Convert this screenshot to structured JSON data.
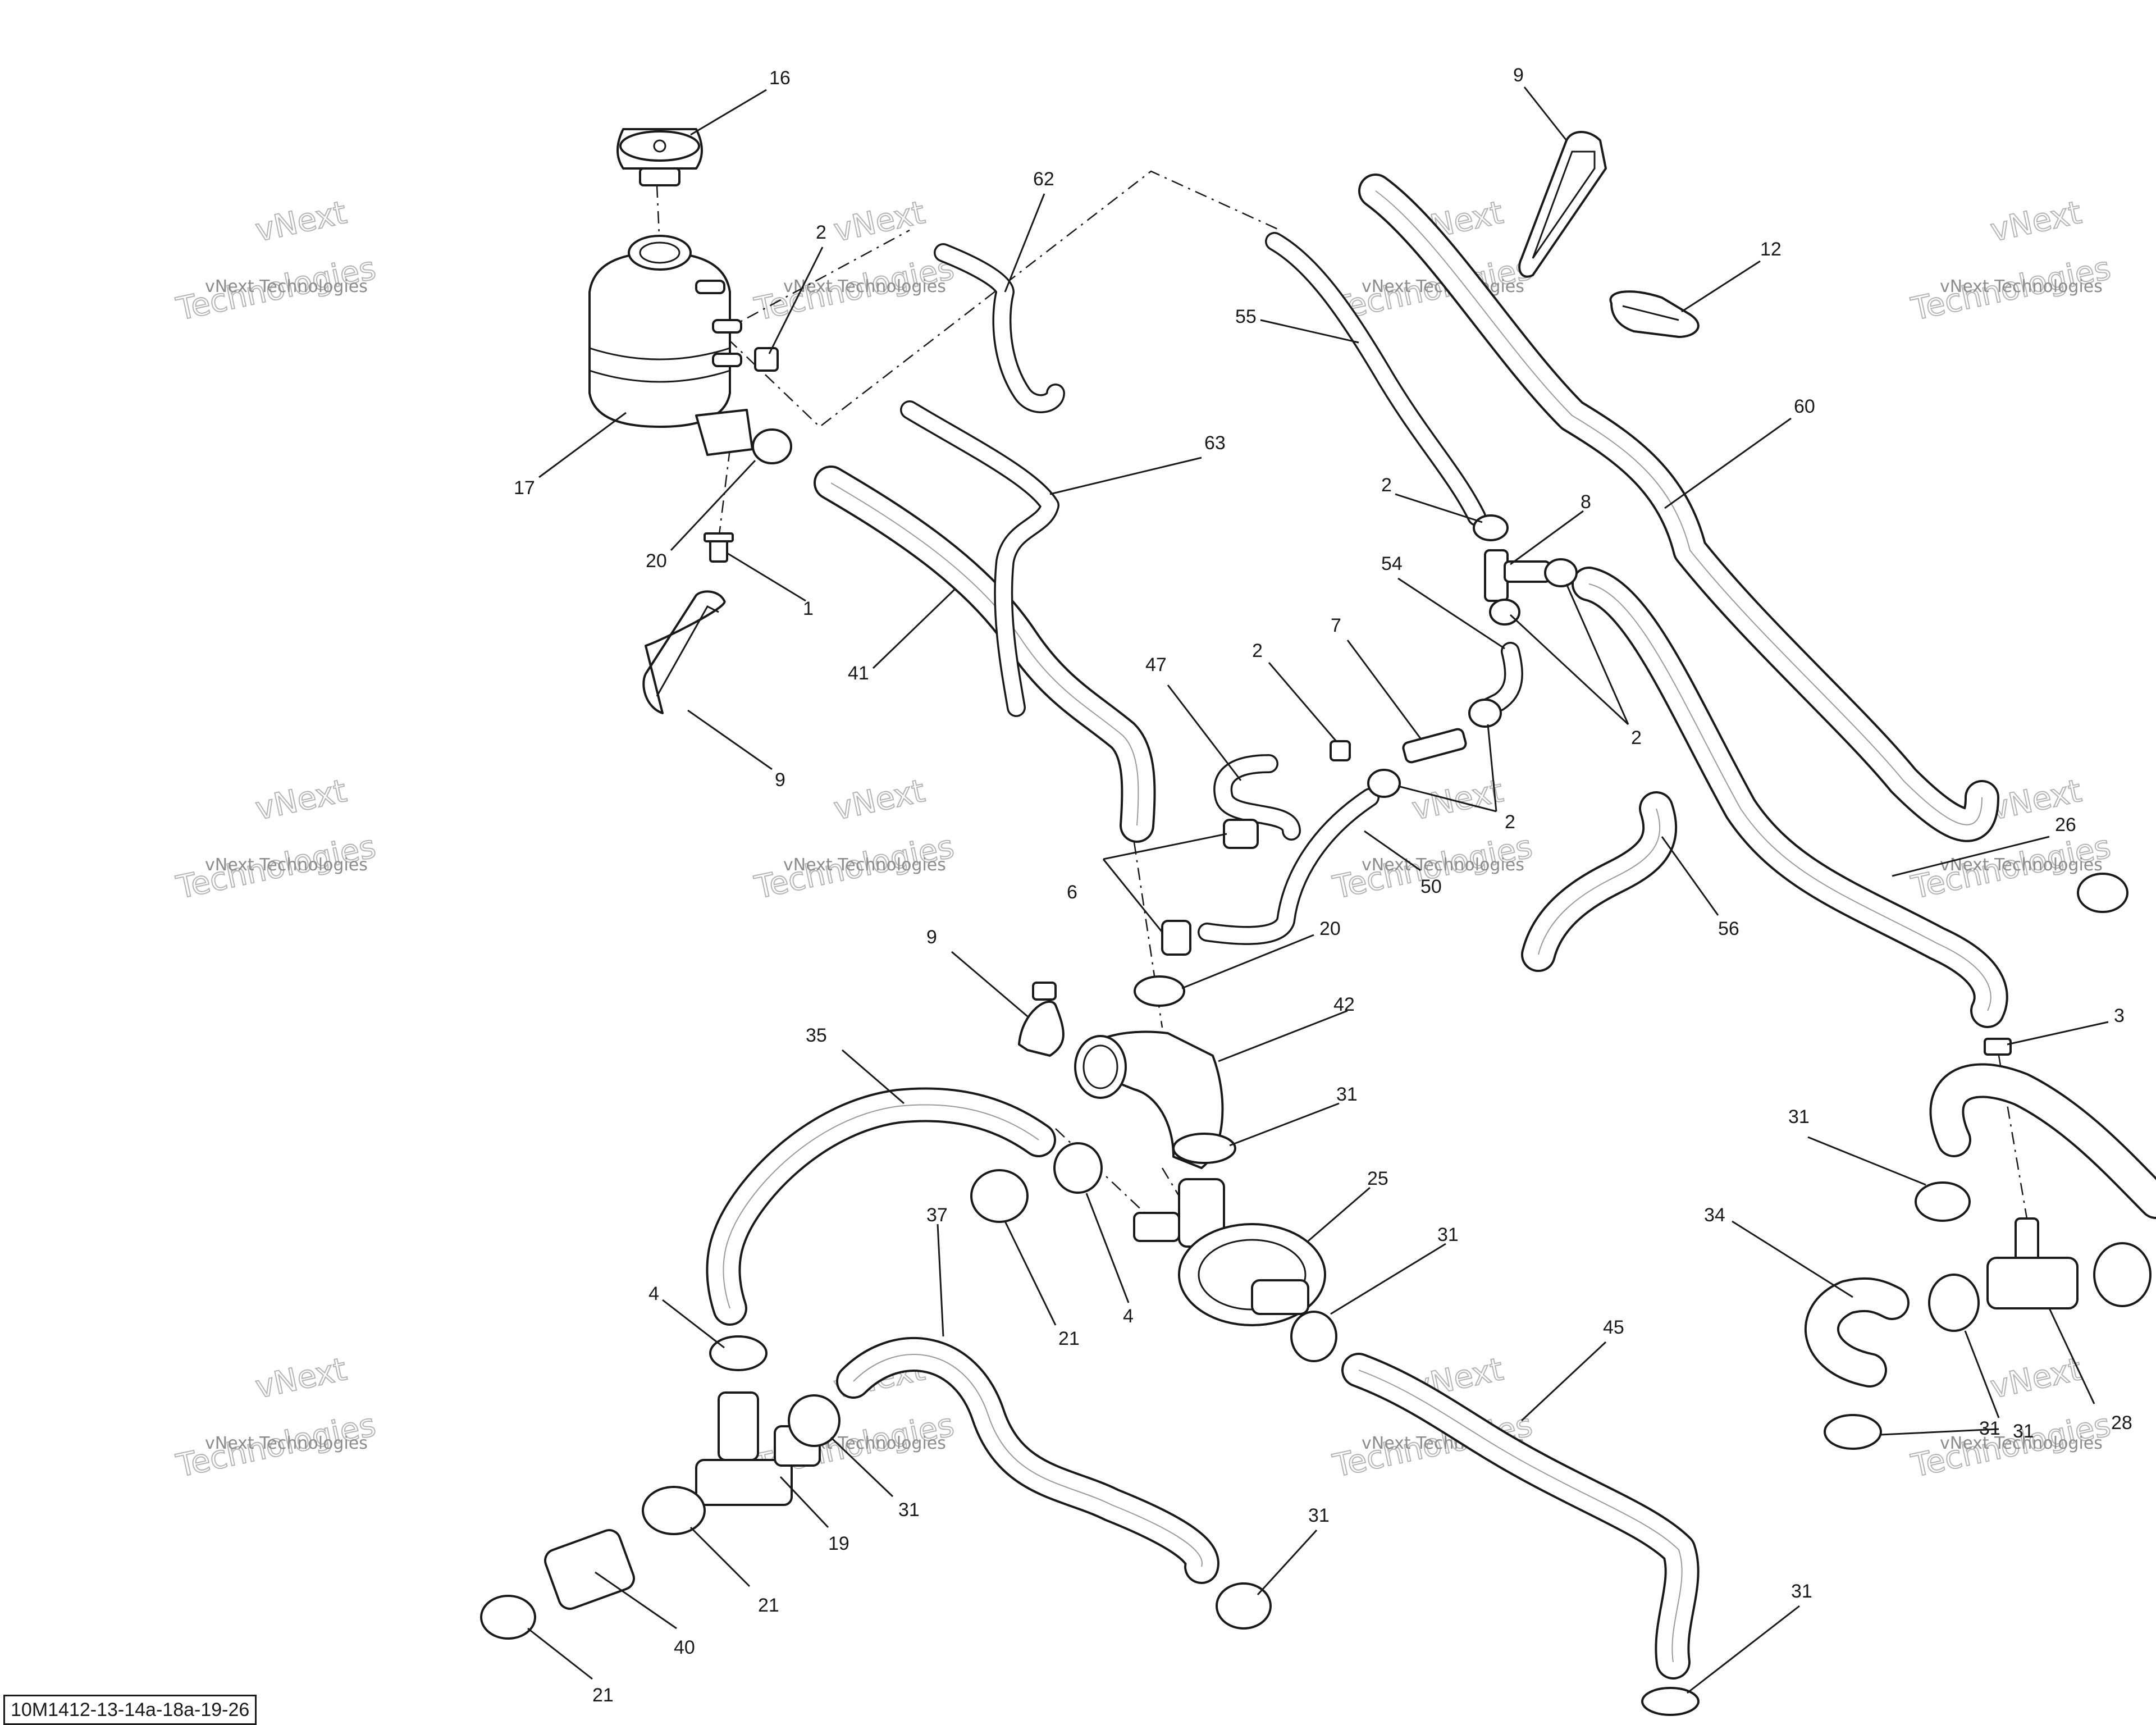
{
  "drawing_ref": "10M1412-13-14a-18a-19-26",
  "watermark": {
    "line1": "vNext Technologies",
    "line2a": "vNext",
    "line2b": "Technologies"
  },
  "callouts": {
    "c16": "16",
    "c17": "17",
    "c20a": "20",
    "c1": "1",
    "c2a": "2",
    "c9a": "9",
    "c62": "62",
    "c41": "41",
    "c63": "63",
    "c55": "55",
    "c9b": "9",
    "c12": "12",
    "c60": "60",
    "c2b": "2",
    "c8": "8",
    "c54": "54",
    "c2c": "2",
    "c47": "47",
    "c2d": "2",
    "c7": "7",
    "c2e": "2",
    "c50": "50",
    "c56": "56",
    "c26": "26",
    "c6": "6",
    "c20b": "20",
    "c9c": "9",
    "c42": "42",
    "c35": "35",
    "c31a": "31",
    "c3": "3",
    "c31b": "31",
    "c25": "25",
    "c37": "37",
    "c31c": "31",
    "c34": "34",
    "c4a": "4",
    "c21a": "21",
    "c4b": "4",
    "c45": "45",
    "c31d": "31",
    "c28": "28",
    "c31e": "31",
    "c19": "19",
    "c31f": "31",
    "c21b": "21",
    "c31g": "31",
    "c40": "40",
    "c31h": "31",
    "c21c": "21"
  }
}
